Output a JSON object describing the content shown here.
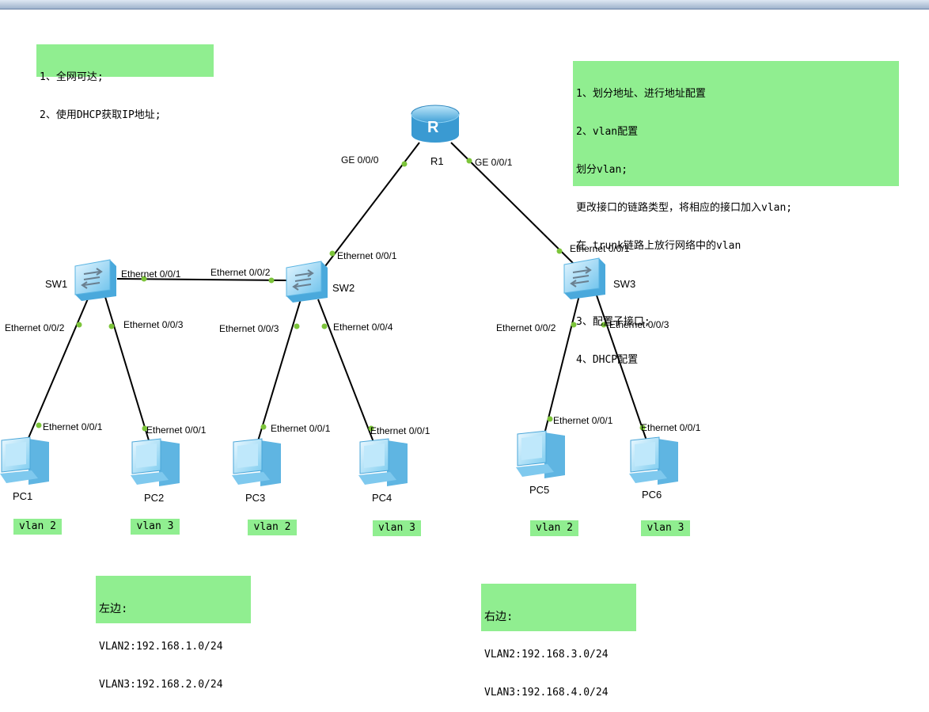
{
  "notes": {
    "goals": [
      "1、全网可达;",
      "2、使用DHCP获取IP地址;"
    ],
    "steps": [
      "1、划分地址、进行地址配置",
      "2、vlan配置",
      "划分vlan;",
      "更改接口的链路类型，将相应的接口加入vlan;",
      "在 trunk链路上放行网络中的vlan",
      "",
      "3、配置子接口;",
      "4、DHCP配置"
    ],
    "left": [
      "左边:",
      "VLAN2:192.168.1.0/24",
      "VLAN3:192.168.2.0/24"
    ],
    "right": [
      "右边:",
      "VLAN2:192.168.3.0/24",
      "VLAN3:192.168.4.0/24"
    ]
  },
  "devices": {
    "r1": "R1",
    "sw1": "SW1",
    "sw2": "SW2",
    "sw3": "SW3",
    "pc1": "PC1",
    "pc2": "PC2",
    "pc3": "PC3",
    "pc4": "PC4",
    "pc5": "PC5",
    "pc6": "PC6"
  },
  "interfaces": {
    "r1_ge0": "GE 0/0/0",
    "r1_ge1": "GE 0/0/1",
    "sw2_e1": "Ethernet 0/0/1",
    "sw3_e1": "Ethernet 0/0/1",
    "sw1_e1": "Ethernet 0/0/1",
    "sw2_e2": "Ethernet 0/0/2",
    "sw1_e2": "Ethernet 0/0/2",
    "sw1_e3": "Ethernet 0/0/3",
    "sw2_e3": "Ethernet 0/0/3",
    "sw2_e4": "Ethernet 0/0/4",
    "sw3_e2": "Ethernet 0/0/2",
    "sw3_e3": "Ethernet 0/0/3",
    "pc1_e1": "Ethernet 0/0/1",
    "pc2_e1": "Ethernet 0/0/1",
    "pc3_e1": "Ethernet 0/0/1",
    "pc4_e1": "Ethernet 0/0/1",
    "pc5_e1": "Ethernet 0/0/1",
    "pc6_e1": "Ethernet 0/0/1"
  },
  "vlans": {
    "pc1": "vlan 2",
    "pc2": "vlan 3",
    "pc3": "vlan 2",
    "pc4": "vlan 3",
    "pc5": "vlan 2",
    "pc6": "vlan 3"
  },
  "colors": {
    "note_bg": "#90ee90",
    "port_dot": "#7cc43a",
    "link": "#000000",
    "device_blue": "#5fb8e6",
    "pc_blue": "#8ed2f2"
  }
}
